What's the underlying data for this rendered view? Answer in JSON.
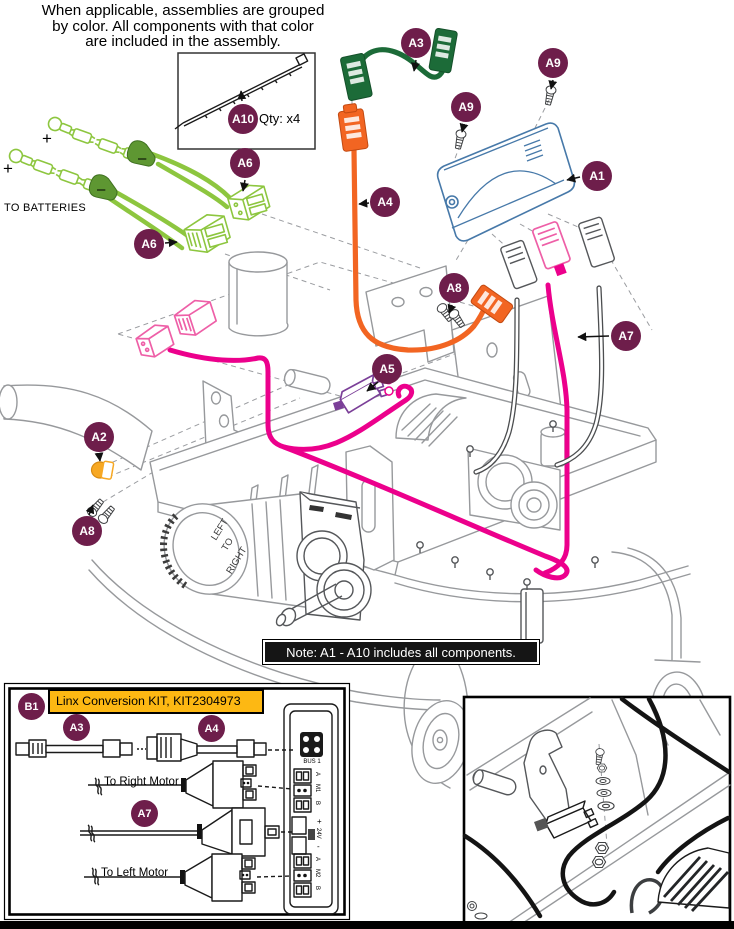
{
  "colors": {
    "callout": "#6E1E4B",
    "lime": "#8DC63F",
    "olive": "#5E9732",
    "forest": "#1C6B38",
    "orange": "#F26522",
    "amber": "#F7A823",
    "magenta": "#EC008C",
    "pink": "#EE5FA7",
    "purple": "#7B3F98",
    "blue": "#4779A9",
    "gray": "#97999C",
    "yellow": "#FDB813"
  },
  "header": {
    "line1": "When applicable, assemblies are grouped",
    "line2": "by color. All components with that color",
    "line3": "are included in the assembly."
  },
  "callouts": {
    "a1": "A1",
    "a2": "A2",
    "a3": "A3",
    "a4": "A4",
    "a5": "A5",
    "a6": "A6",
    "a7": "A7",
    "a8": "A8",
    "a9": "A9",
    "a10": "A10",
    "b1": "B1"
  },
  "labels": {
    "to_batteries": "TO BATTERIES",
    "qty": "Qty: x4",
    "plus": "+",
    "minus": "–",
    "motor_lines": [
      "LEFT",
      "TO",
      "RIGHT"
    ]
  },
  "note": "Note: A1 - A10 includes all components.",
  "kit_label": "Linx Conversion KIT, KIT2304973",
  "inset": {
    "to_right_motor": "To Right Motor",
    "to_left_motor": "To Left Motor",
    "panel": {
      "bus": "BUS 1",
      "a": "A",
      "b": "B",
      "m1": "M1",
      "m2": "M2",
      "v24": "24V",
      "plus": "+",
      "minus": "-"
    }
  }
}
